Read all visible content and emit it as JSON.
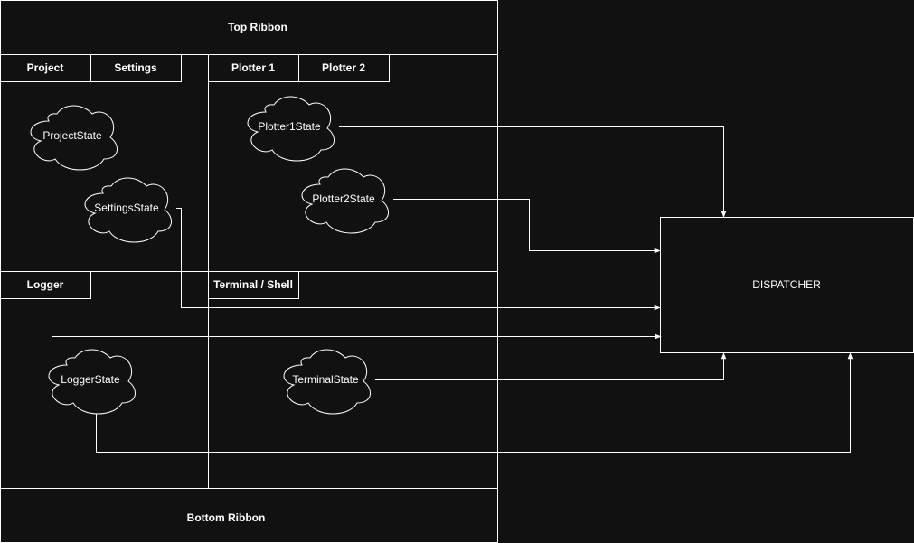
{
  "ribbons": {
    "top": "Top Ribbon",
    "bottom": "Bottom Ribbon"
  },
  "tabs": {
    "project": "Project",
    "settings": "Settings",
    "plotter1": "Plotter 1",
    "plotter2": "Plotter 2",
    "logger": "Logger",
    "terminal": "Terminal / Shell"
  },
  "states": {
    "project": "ProjectState",
    "settings": "SettingsState",
    "plotter1": "Plotter1State",
    "plotter2": "Plotter2State",
    "logger": "LoggerState",
    "terminal": "TerminalState"
  },
  "dispatcher": "DISPATCHER",
  "colors": {
    "background": "#111111",
    "stroke": "#ffffff",
    "text": "#ffffff"
  }
}
